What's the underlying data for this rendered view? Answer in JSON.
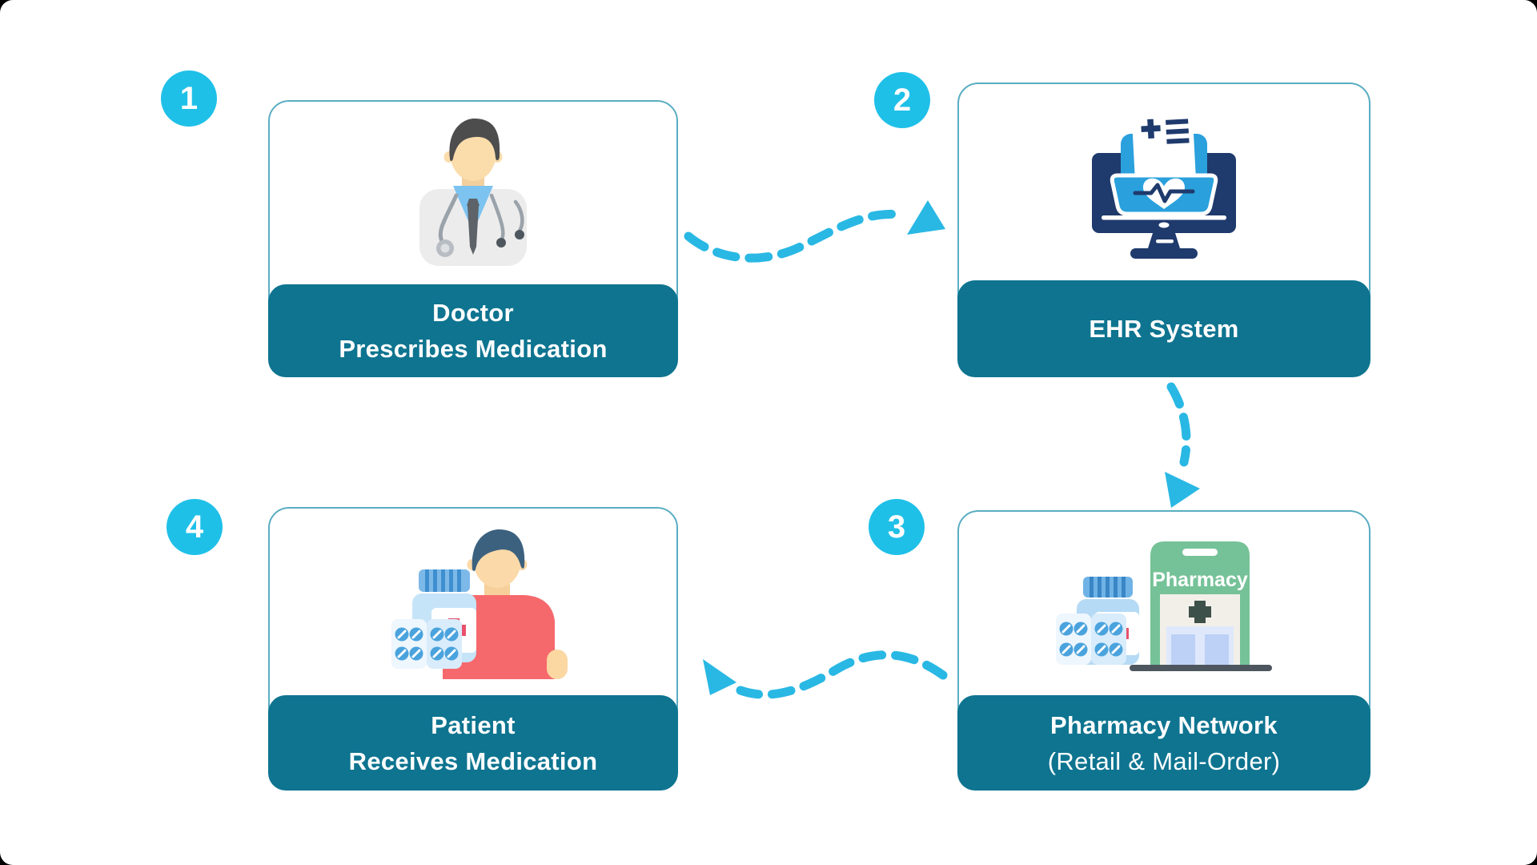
{
  "colors": {
    "canvas_background": "#000000",
    "panel_background": "#ffffff",
    "badge_cyan": "#1fc0e8",
    "label_bar_teal": "#0e7490",
    "arrow_cyan": "#29b8e4",
    "card_border_teal": "#5aadc2"
  },
  "steps": [
    {
      "number": "1",
      "icon": "doctor-icon",
      "label_lines": [
        "Doctor",
        "Prescribes Medication"
      ]
    },
    {
      "number": "2",
      "icon": "ehr-system-icon",
      "label_lines": [
        "EHR System"
      ]
    },
    {
      "number": "3",
      "icon": "pharmacy-store-icon",
      "label_lines": [
        "Pharmacy Network",
        "(Retail & Mail-Order)"
      ]
    },
    {
      "number": "4",
      "icon": "patient-icon",
      "label_lines": [
        "Patient",
        "Receives Medication"
      ]
    }
  ],
  "pharmacy_sign": "Pharmacy",
  "arrows": [
    {
      "from": "1",
      "to": "2"
    },
    {
      "from": "2",
      "to": "3"
    },
    {
      "from": "3",
      "to": "4"
    }
  ]
}
